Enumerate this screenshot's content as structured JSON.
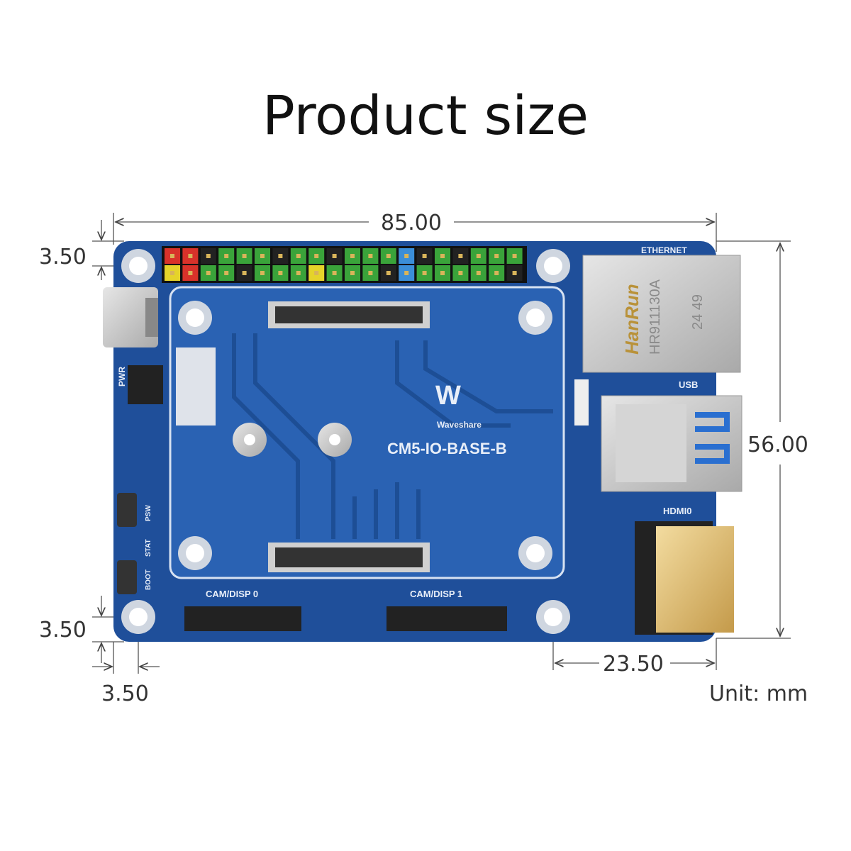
{
  "title": "Product size",
  "dimensions": {
    "width": "85.00",
    "height": "56.00",
    "hole_offset_top": "3.50",
    "hole_offset_bottom": "3.50",
    "hole_offset_left": "3.50",
    "hole_spacing_right": "23.50",
    "unit_label": "Unit: mm"
  },
  "board": {
    "name": "CM5-IO-BASE-B",
    "brand": "Waveshare",
    "color": "#1f4f9a",
    "labels": {
      "ethernet": "ETHERNET",
      "usb": "USB",
      "hdmi": "HDMI0",
      "pwr": "PWR",
      "psw": "PSW",
      "stat": "STAT",
      "boot": "BOOT",
      "cam0": "CAM/DISP 0",
      "cam1": "CAM/DISP 1"
    },
    "rj45_marking": [
      "HanRun",
      "HR911130A",
      "24 49"
    ],
    "header_pins": {
      "top_row": [
        "#d8322a",
        "#d8322a",
        "#222",
        "#3aa33a",
        "#3aa33a",
        "#3aa33a",
        "#222",
        "#3aa33a",
        "#3aa33a",
        "#222",
        "#3aa33a",
        "#3aa33a",
        "#3aa33a",
        "#3b8ed8",
        "#222",
        "#3aa33a",
        "#222",
        "#3aa33a",
        "#3aa33a",
        "#3aa33a"
      ],
      "bottom_row": [
        "#e5d32a",
        "#d8322a",
        "#3aa33a",
        "#3aa33a",
        "#222",
        "#3aa33a",
        "#3aa33a",
        "#3aa33a",
        "#e5d32a",
        "#3aa33a",
        "#3aa33a",
        "#3aa33a",
        "#222",
        "#3b8ed8",
        "#3aa33a",
        "#3aa33a",
        "#3aa33a",
        "#3aa33a",
        "#3aa33a",
        "#222"
      ]
    }
  }
}
